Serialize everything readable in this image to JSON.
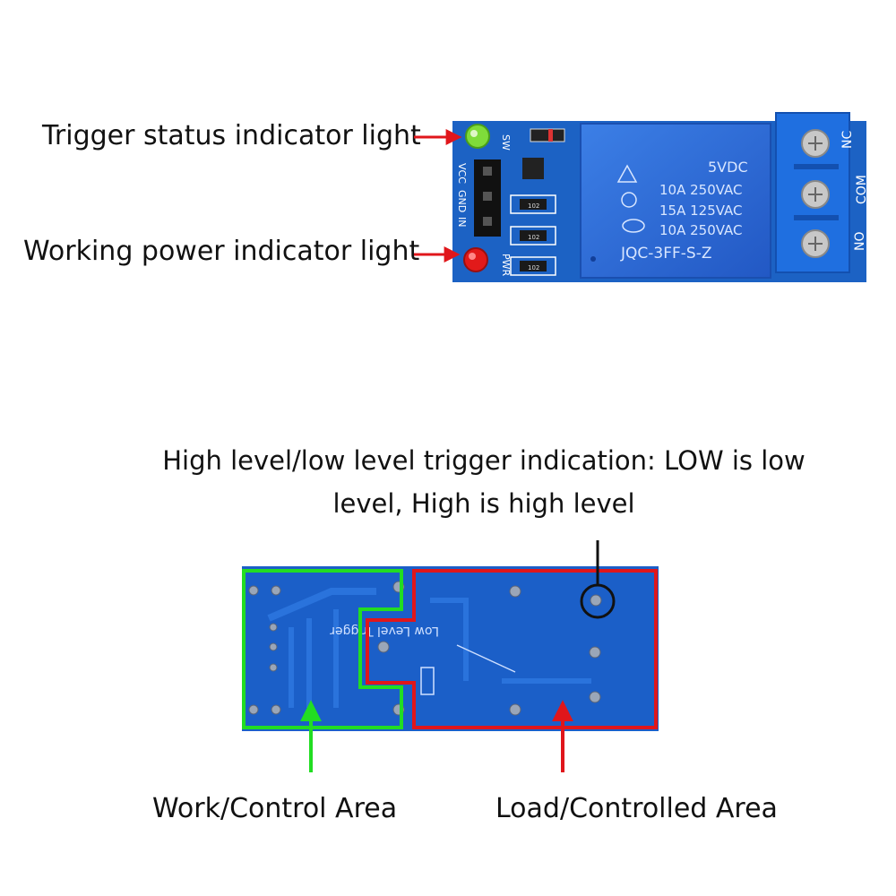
{
  "labels": {
    "trigger_status": "Trigger status indicator light",
    "working_power": "Working power indicator light",
    "trigger_indication_line1": "High level/low level trigger indication: LOW is low",
    "trigger_indication_line2": "level, High is high level",
    "work_control_area": "Work/Control Area",
    "load_controlled_area": "Load/Controlled Area"
  },
  "relay_board": {
    "pin_labels": [
      "VCC",
      "GND",
      "IN"
    ],
    "led_labels": [
      "SW",
      "PWR"
    ],
    "terminal_labels": [
      "NC",
      "COM",
      "NO"
    ],
    "resistor_labels": [
      "102",
      "102",
      "102"
    ],
    "relay_text": [
      "5VDC",
      "10A 250VAC",
      "15A 125VAC",
      "10A 250VAC",
      "JQC-3FF-S-Z"
    ]
  },
  "back_board": {
    "silkscreen": "Low Level Trigger"
  },
  "colors": {
    "arrow_red": "#e0161b",
    "control_outline_green": "#22dd22",
    "load_outline_red": "#e0161b",
    "pcb_blue": "#1a5fb4",
    "relay_blue": "#2f6fd6",
    "terminal_blue": "#1f6fe0"
  }
}
